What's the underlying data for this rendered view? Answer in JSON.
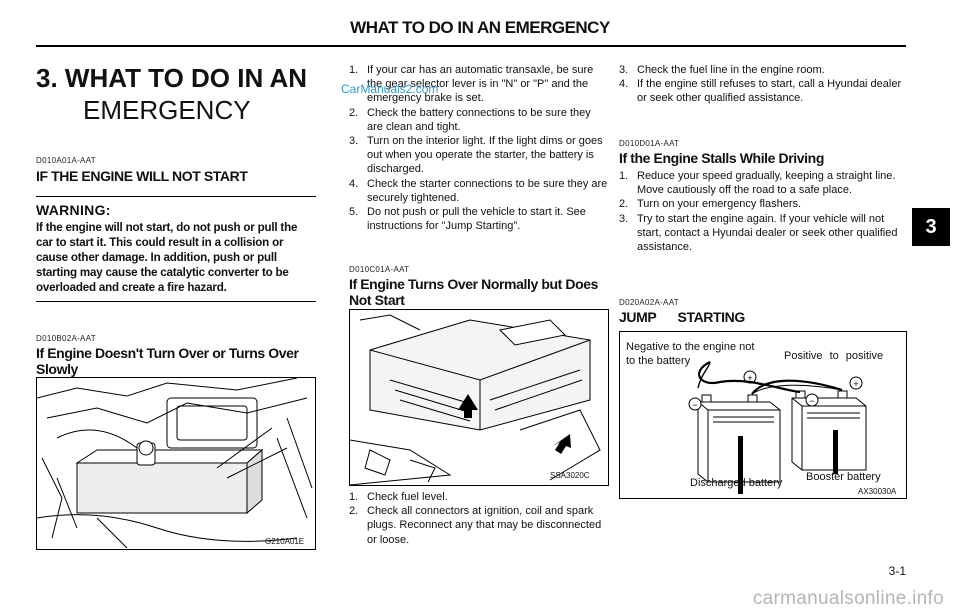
{
  "header": {
    "title": "WHAT TO DO IN AN EMERGENCY"
  },
  "section": {
    "title_line1": "3. WHAT TO DO IN AN",
    "title_line2": "EMERGENCY"
  },
  "not_start": {
    "code": "D010A01A-AAT",
    "heading": "IF THE ENGINE WILL NOT START",
    "warning_title": "WARNING:",
    "warning_text": "If the engine will not start, do not push or pull the car to start it. This could result in a collision or cause other damage. In addition, push or pull starting may cause the catalytic converter to be overloaded and create a fire hazard."
  },
  "slowly": {
    "code": "D010B02A-AAT",
    "heading": "If Engine Doesn't Turn Over or Turns Over Slowly",
    "figure_label": "G210A01E",
    "steps": [
      {
        "n": "1.",
        "t": "If your car has an automatic transaxle, be sure the gear selector lever is in \"N\" or \"P\" and the emergency brake is set."
      },
      {
        "n": "2.",
        "t": "Check the battery connections to be sure they are clean and tight."
      },
      {
        "n": "3.",
        "t": "Turn on the interior light. If the light dims or goes out when you operate the starter, the battery is discharged."
      },
      {
        "n": "4.",
        "t": "Check the starter connections to be sure they are securely tightened."
      },
      {
        "n": "5.",
        "t": "Do not push or pull the vehicle to start it. See instructions for \"Jump Starting\"."
      }
    ]
  },
  "normal_no_start": {
    "code": "D010C01A-AAT",
    "heading": "If Engine Turns Over Normally but Does Not Start",
    "figure_label": "SSA3020C",
    "steps": [
      {
        "n": "1.",
        "t": "Check fuel level."
      },
      {
        "n": "2.",
        "t": "Check all connectors at ignition, coil and spark plugs. Reconnect any that may be disconnected or loose."
      },
      {
        "n": "3.",
        "t": "Check the fuel line in the engine room."
      },
      {
        "n": "4.",
        "t": "If the engine still refuses to start, call a Hyundai dealer or seek other qualified assistance."
      }
    ]
  },
  "stalls": {
    "code": "D010D01A-AAT",
    "heading": "If the Engine Stalls While Driving",
    "steps": [
      {
        "n": "1.",
        "t": "Reduce your speed gradually, keeping a straight line. Move cautiously off the road to a safe place."
      },
      {
        "n": "2.",
        "t": "Turn on your emergency flashers."
      },
      {
        "n": "3.",
        "t": "Try to start the engine again. If your vehicle will not start, contact a Hyundai dealer or seek other qualified assistance."
      }
    ]
  },
  "jump": {
    "code": "D020A02A-AAT",
    "heading": "JUMP STARTING",
    "label_negative": "Negative to the engine not to the battery",
    "label_positive": "Positive to positive",
    "label_discharged": "Discharged battery",
    "label_booster": "Booster battery",
    "figure_label": "AX30030A",
    "plus": "+",
    "minus": "−"
  },
  "tab": {
    "label": "3"
  },
  "page_number": "3-1",
  "watermark": "CarManuals2.com",
  "footer_mark": "carmanualsonline.info"
}
